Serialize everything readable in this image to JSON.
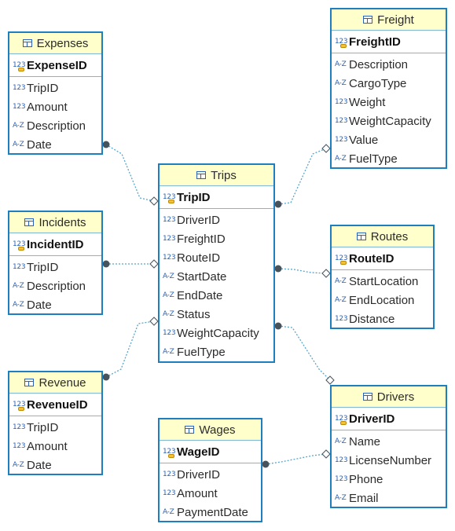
{
  "tables": {
    "expenses": {
      "title": "Expenses",
      "pk": {
        "type": "123",
        "name": "ExpenseID"
      },
      "columns": [
        {
          "type": "123",
          "name": "TripID"
        },
        {
          "type": "123",
          "name": "Amount"
        },
        {
          "type": "A-Z",
          "name": "Description"
        },
        {
          "type": "A-Z",
          "name": "Date"
        }
      ]
    },
    "incidents": {
      "title": "Incidents",
      "pk": {
        "type": "123",
        "name": "IncidentID"
      },
      "columns": [
        {
          "type": "123",
          "name": "TripID"
        },
        {
          "type": "A-Z",
          "name": "Description"
        },
        {
          "type": "A-Z",
          "name": "Date"
        }
      ]
    },
    "revenue": {
      "title": "Revenue",
      "pk": {
        "type": "123",
        "name": "RevenueID"
      },
      "columns": [
        {
          "type": "123",
          "name": "TripID"
        },
        {
          "type": "123",
          "name": "Amount"
        },
        {
          "type": "A-Z",
          "name": "Date"
        }
      ]
    },
    "trips": {
      "title": "Trips",
      "pk": {
        "type": "123",
        "name": "TripID"
      },
      "columns": [
        {
          "type": "123",
          "name": "DriverID"
        },
        {
          "type": "123",
          "name": "FreightID"
        },
        {
          "type": "123",
          "name": "RouteID"
        },
        {
          "type": "A-Z",
          "name": "StartDate"
        },
        {
          "type": "A-Z",
          "name": "EndDate"
        },
        {
          "type": "A-Z",
          "name": "Status"
        },
        {
          "type": "123",
          "name": "WeightCapacity"
        },
        {
          "type": "A-Z",
          "name": "FuelType"
        }
      ]
    },
    "wages": {
      "title": "Wages",
      "pk": {
        "type": "123",
        "name": "WageID"
      },
      "columns": [
        {
          "type": "123",
          "name": "DriverID"
        },
        {
          "type": "123",
          "name": "Amount"
        },
        {
          "type": "A-Z",
          "name": "PaymentDate"
        }
      ]
    },
    "freight": {
      "title": "Freight",
      "pk": {
        "type": "123",
        "name": "FreightID"
      },
      "columns": [
        {
          "type": "A-Z",
          "name": "Description"
        },
        {
          "type": "A-Z",
          "name": "CargoType"
        },
        {
          "type": "123",
          "name": "Weight"
        },
        {
          "type": "123",
          "name": "WeightCapacity"
        },
        {
          "type": "123",
          "name": "Value"
        },
        {
          "type": "A-Z",
          "name": "FuelType"
        }
      ]
    },
    "routes": {
      "title": "Routes",
      "pk": {
        "type": "123",
        "name": "RouteID"
      },
      "columns": [
        {
          "type": "A-Z",
          "name": "StartLocation"
        },
        {
          "type": "A-Z",
          "name": "EndLocation"
        },
        {
          "type": "123",
          "name": "Distance"
        }
      ]
    },
    "drivers": {
      "title": "Drivers",
      "pk": {
        "type": "123",
        "name": "DriverID"
      },
      "columns": [
        {
          "type": "A-Z",
          "name": "Name"
        },
        {
          "type": "123",
          "name": "LicenseNumber"
        },
        {
          "type": "123",
          "name": "Phone"
        },
        {
          "type": "A-Z",
          "name": "Email"
        }
      ]
    }
  },
  "colors": {
    "border": "#1d7fbf",
    "header": "#ffffcc",
    "link": "#5aa6c8",
    "dot": "#46525c"
  }
}
